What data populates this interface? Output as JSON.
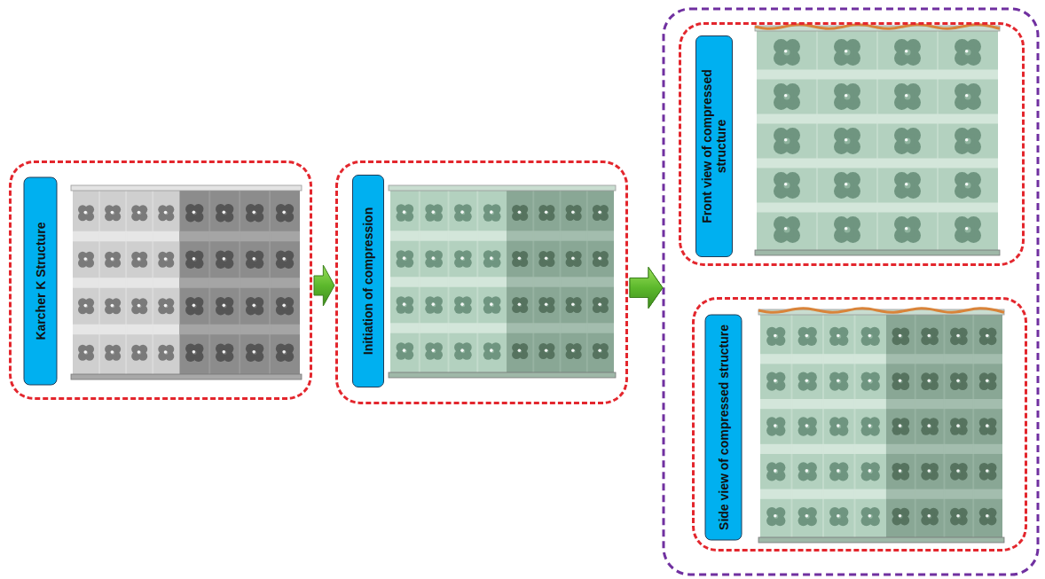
{
  "diagram": {
    "nodes": [
      {
        "text": [
          "Karcher K Structure"
        ]
      },
      {
        "text": [
          "Initiation of compression"
        ]
      },
      {
        "text": [
          "Front view of compressed structure"
        ]
      },
      {
        "text": [
          "Side view of compressed structure"
        ]
      }
    ],
    "edges": [
      {
        "from": 0,
        "to": 1,
        "arrow": "to"
      },
      {
        "from": 1,
        "to": 2,
        "arrow": "to"
      },
      {
        "from": 1,
        "to": 3,
        "arrow": "to"
      }
    ]
  }
}
